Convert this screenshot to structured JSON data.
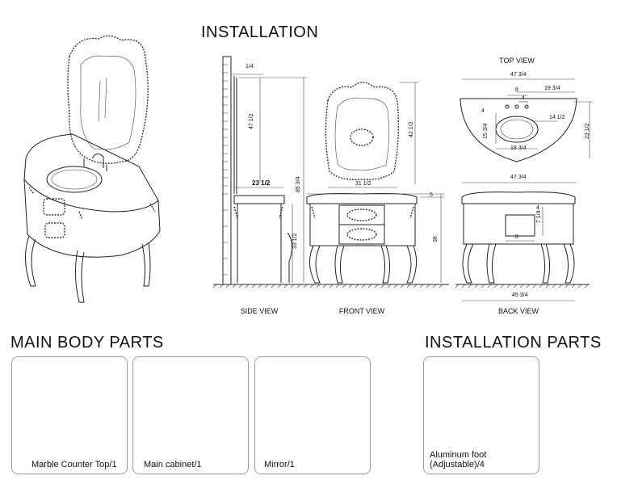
{
  "headings": {
    "installation": "INSTALLATION",
    "main_body_parts": "MAIN BODY PARTS",
    "installation_parts": "INSTALLATION PARTS"
  },
  "views": {
    "top": "TOP  VIEW",
    "side": "SIDE VIEW",
    "front": "FRONT VIEW",
    "back": "BACK VIEW"
  },
  "dimensions": {
    "side_top": "1/4",
    "side_mirror": "47 1/2",
    "side_depth": "23 1/2",
    "side_total": "85 3/4",
    "side_cabinet": "33 1/2",
    "front_mirror_height": "42 1/2",
    "front_mirror_width": "31 1/2",
    "front_top": "5",
    "front_height": "38",
    "top_width": "47 3/4",
    "top_faucet_spacing": "8",
    "top_faucet_half": "4",
    "top_offset": "19 3/4",
    "top_depth_a": "4",
    "top_hole": "14 1/2",
    "top_basin_w": "18 3/4",
    "top_basin_d": "15 3/4",
    "top_depth": "23 1/2",
    "back_width_top": "47 3/4",
    "back_cut_h_a": "4",
    "back_cut_h_b": "7 1/4",
    "back_cut_w": "8",
    "back_width_bottom": "45 3/4"
  },
  "parts": [
    {
      "label": "Marble Counter Top/1"
    },
    {
      "label": "Main cabinet/1"
    },
    {
      "label": "Mirror/1"
    }
  ],
  "installation_part": {
    "label_line1": "Aluminum foot",
    "label_line2": "(Adjustable)/4"
  }
}
